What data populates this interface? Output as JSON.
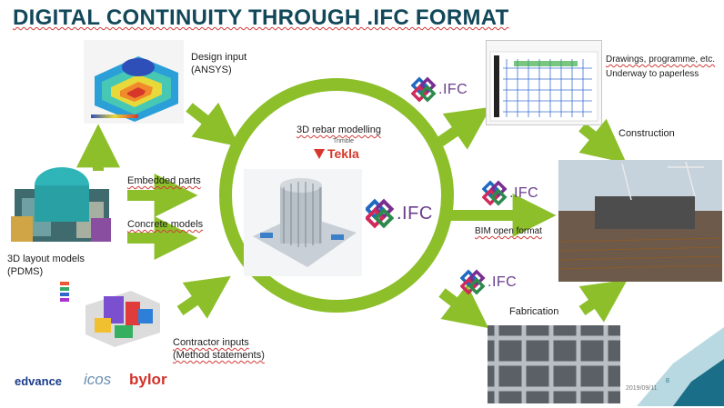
{
  "slide": {
    "title": "DIGITAL CONTINUITY THROUGH .IFC FORMAT",
    "date": "2019/09/11",
    "page_number": "8"
  },
  "labels": {
    "design_input": [
      "Design input",
      "(ANSYS)"
    ],
    "embedded_parts": "Embedded parts",
    "concrete_models": "Concrete models",
    "layout_models": [
      "3D layout models",
      "(PDMS)"
    ],
    "contractor_inputs": [
      "Contractor inputs",
      "(Method statements)"
    ],
    "rebar_modelling": "3D rebar modelling",
    "drawings": "Drawings, programme, etc.",
    "paperless": "Underway to paperless",
    "construction": "Construction",
    "bim_open_format": "BIM open format",
    "fabrication": "Fabrication"
  },
  "ifc_logo_text": ".IFC",
  "tekla": {
    "brand": "Trimble",
    "product": "Tekla"
  },
  "logos": {
    "edvance": "edvance",
    "icos": "icos",
    "bylor": "bylor"
  },
  "colors": {
    "title": "#12485a",
    "arrow": "#8cbf2a",
    "ifc": "#6b3d8e",
    "accent": "#1a6e88"
  }
}
